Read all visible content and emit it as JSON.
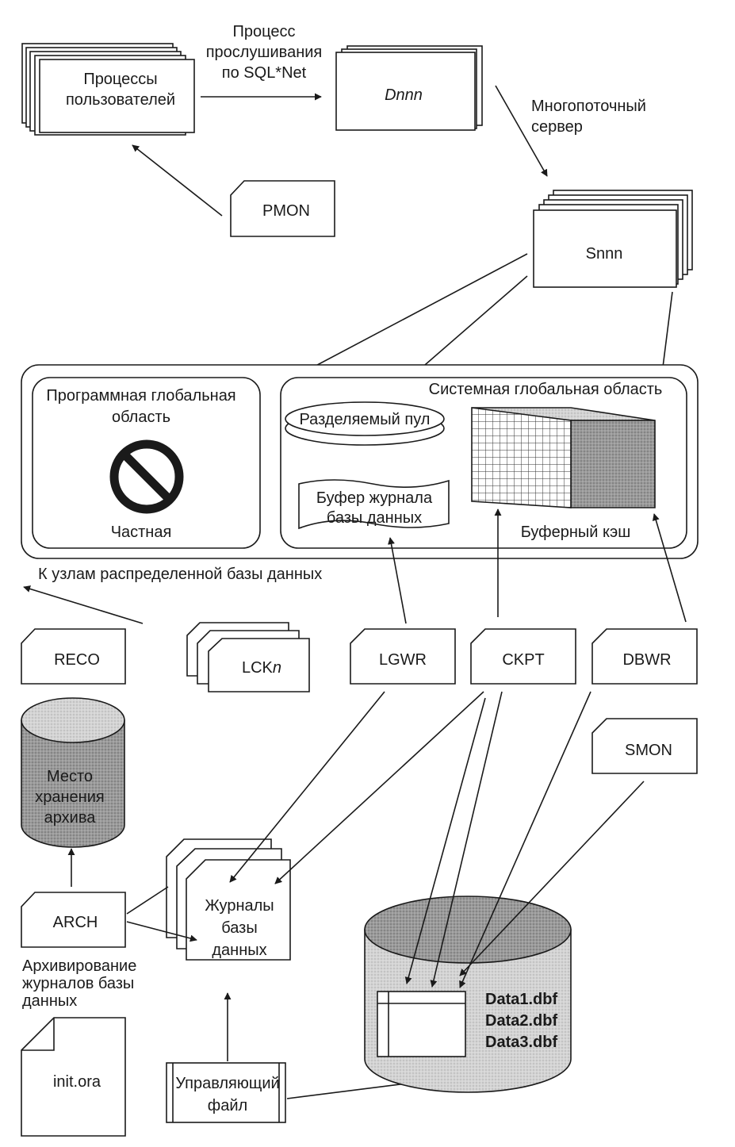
{
  "user_processes": {
    "line1": "Процессы",
    "line2": "пользователей"
  },
  "listener_label": {
    "line1": "Процесс",
    "line2": "прослушивания",
    "line3": "по SQL*Net"
  },
  "dispatcher": {
    "label": "Dnnn"
  },
  "multithreaded_label": {
    "line1": "Многопоточный",
    "line2": "сервер"
  },
  "pmon": {
    "label": "PMON"
  },
  "shared_server": {
    "label": "Snnn"
  },
  "pga": {
    "line1": "Программная глобальная",
    "line2": "область",
    "private_label": "Частная"
  },
  "sga": {
    "title": "Системная глобальная область",
    "shared_pool": "Разделяемый пул",
    "redo_buffer": {
      "line1": "Буфер журнала",
      "line2": "базы данных"
    },
    "buffer_cache": "Буферный кэш"
  },
  "distributed_label": "К узлам распределенной базы данных",
  "processes": {
    "reco": "RECO",
    "lck_prefix": "LCK",
    "lck_suffix": "n",
    "lgwr": "LGWR",
    "ckpt": "CKPT",
    "dbwr": "DBWR",
    "smon": "SMON",
    "arch": "ARCH"
  },
  "archive_storage": {
    "line1": "Место",
    "line2": "хранения",
    "line3": "архива"
  },
  "archiving_label": {
    "line1": "Архивирование",
    "line2": "журналов базы",
    "line3": "данных"
  },
  "redo_logs": {
    "line1": "Журналы",
    "line2": "базы",
    "line3": "данных"
  },
  "init_file": {
    "label": "init.ora"
  },
  "control_file": {
    "line1": "Управляющий",
    "line2": "файл"
  },
  "datafiles": {
    "file1": "Data1.dbf",
    "file2": "Data2.dbf",
    "file3": "Data3.dbf"
  }
}
